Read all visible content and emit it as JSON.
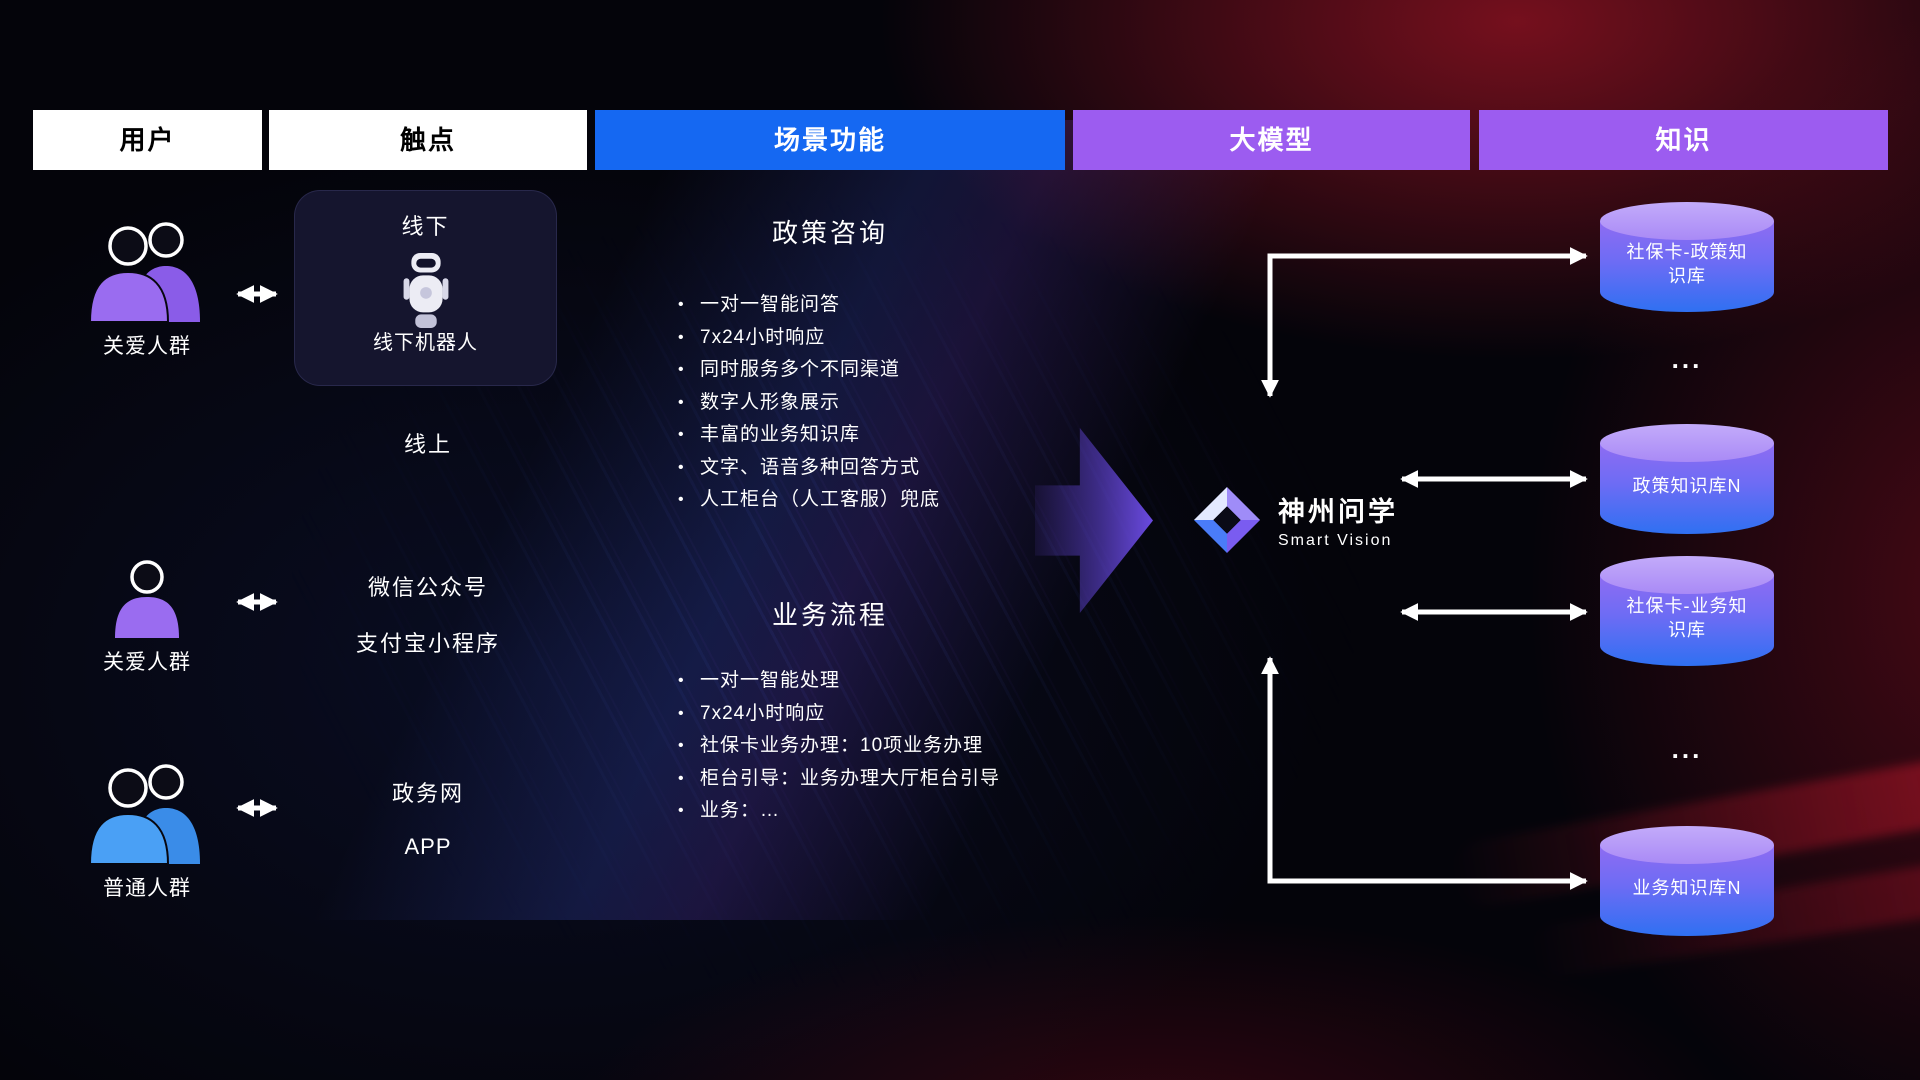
{
  "colors": {
    "scene_header_bg": "#1568f2",
    "model_header_bg": "#9c5cf0",
    "knowledge_header_bg": "#9c5cf0",
    "user_header_bg": "#ffffff",
    "purple_person": "#9a6cf0",
    "blue_person": "#4aa0f5",
    "cylinder_top": "#b9a0f8",
    "cylinder_body_bottom": "#2f70f2",
    "flow_arrow_purple": "#6a4ae0",
    "connector_white": "#ffffff"
  },
  "headers": {
    "users": "用户",
    "touchpoints": "触点",
    "scenarios": "场景功能",
    "model": "大模型",
    "knowledge": "知识"
  },
  "users": [
    {
      "label": "关爱人群",
      "icon": "group-people-purple-icon"
    },
    {
      "label": "关爱人群",
      "icon": "single-person-purple-icon"
    },
    {
      "label": "普通人群",
      "icon": "group-people-blue-icon"
    }
  ],
  "touchpoints": {
    "offline_title": "线下",
    "offline_robot": "线下机器人",
    "online_title": "线上",
    "wechat": "微信公众号",
    "alipay": "支付宝小程序",
    "gov_web": "政务网",
    "app": "APP"
  },
  "scenarios": [
    {
      "title": "政策咨询",
      "bullets": [
        "一对一智能问答",
        "7x24小时响应",
        "同时服务多个不同渠道",
        "数字人形象展示",
        "丰富的业务知识库",
        "文字、语音多种回答方式",
        "人工柜台（人工客服）兜底"
      ]
    },
    {
      "title": "业务流程",
      "bullets": [
        "一对一智能处理",
        "7x24小时响应",
        "社保卡业务办理：10项业务办理",
        "柜台引导：业务办理大厅柜台引导",
        "业务：…"
      ]
    }
  ],
  "model": {
    "name": "神州问学",
    "subtitle": "Smart Vision"
  },
  "knowledge": {
    "kb1": "社保卡-政策知识库",
    "ellipsis1": "...",
    "kb2": "政策知识库N",
    "kb3": "社保卡-业务知识库",
    "ellipsis2": "...",
    "kb4": "业务知识库N"
  }
}
